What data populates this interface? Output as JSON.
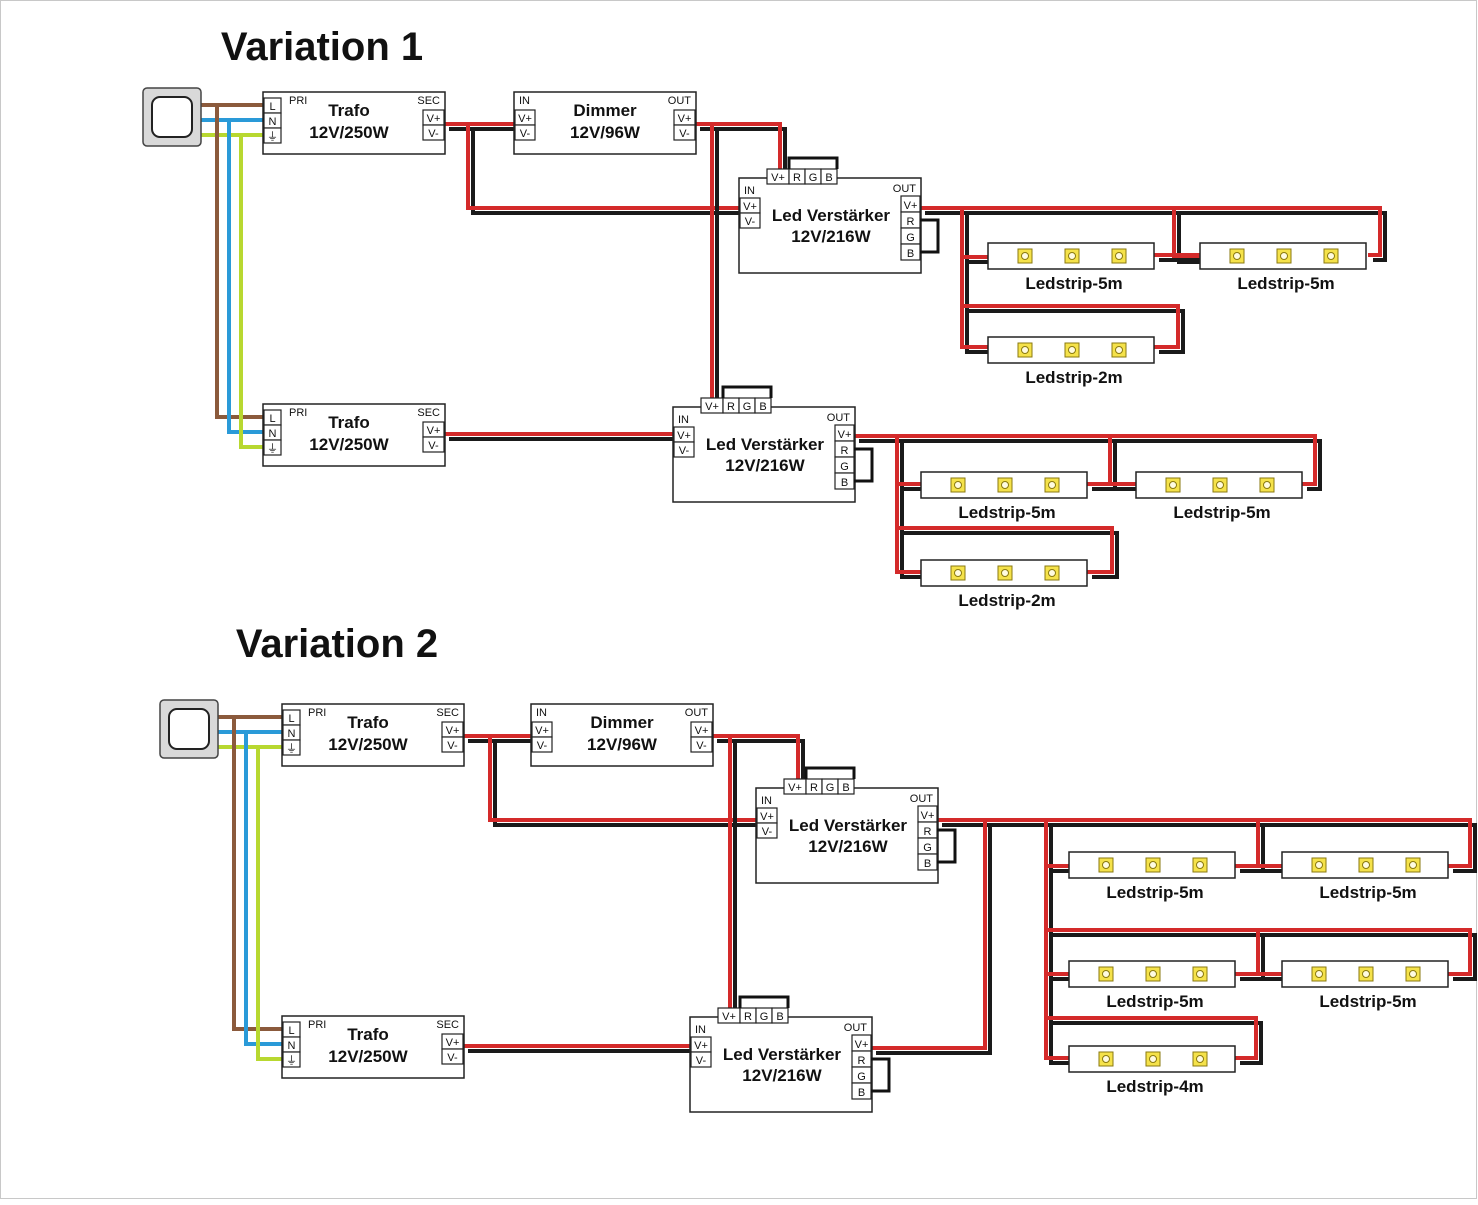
{
  "colors": {
    "positive_wire": "#d42a2a",
    "negative_wire": "#1a1a1a",
    "live_wire": "#8b5a3c",
    "neutral_wire": "#2a9ad8",
    "earth_wire": "#b8d830",
    "led_chip": "#f5e24a"
  },
  "variations": [
    {
      "title": "Variation 1",
      "trafo_top": {
        "name": "Trafo",
        "rating": "12V/250W",
        "pri": "PRI",
        "sec": "SEC",
        "in_terms": [
          "L",
          "N",
          "⏚"
        ],
        "out_terms": [
          "V+",
          "V-"
        ]
      },
      "trafo_bottom": {
        "name": "Trafo",
        "rating": "12V/250W",
        "pri": "PRI",
        "sec": "SEC",
        "in_terms": [
          "L",
          "N",
          "⏚"
        ],
        "out_terms": [
          "V+",
          "V-"
        ]
      },
      "dimmer": {
        "name": "Dimmer",
        "rating": "12V/96W",
        "in": "IN",
        "out": "OUT",
        "in_terms": [
          "V+",
          "V-"
        ],
        "out_terms": [
          "V+",
          "V-"
        ]
      },
      "amp_top": {
        "name": "Led Verstärker",
        "rating": "12V/216W",
        "in": "IN",
        "out": "OUT",
        "top_terms": [
          "V+",
          "R",
          "G",
          "B"
        ],
        "in_terms": [
          "V+",
          "V-"
        ],
        "out_terms": [
          "V+",
          "R",
          "G",
          "B"
        ]
      },
      "amp_bottom": {
        "name": "Led Verstärker",
        "rating": "12V/216W",
        "in": "IN",
        "out": "OUT",
        "top_terms": [
          "V+",
          "R",
          "G",
          "B"
        ],
        "in_terms": [
          "V+",
          "V-"
        ],
        "out_terms": [
          "V+",
          "R",
          "G",
          "B"
        ]
      },
      "strips": [
        "Ledstrip-5m",
        "Ledstrip-5m",
        "Ledstrip-2m",
        "Ledstrip-5m",
        "Ledstrip-5m",
        "Ledstrip-2m"
      ]
    },
    {
      "title": "Variation 2",
      "trafo_top": {
        "name": "Trafo",
        "rating": "12V/250W",
        "pri": "PRI",
        "sec": "SEC",
        "in_terms": [
          "L",
          "N",
          "⏚"
        ],
        "out_terms": [
          "V+",
          "V-"
        ]
      },
      "trafo_bottom": {
        "name": "Trafo",
        "rating": "12V/250W",
        "pri": "PRI",
        "sec": "SEC",
        "in_terms": [
          "L",
          "N",
          "⏚"
        ],
        "out_terms": [
          "V+",
          "V-"
        ]
      },
      "dimmer": {
        "name": "Dimmer",
        "rating": "12V/96W",
        "in": "IN",
        "out": "OUT",
        "in_terms": [
          "V+",
          "V-"
        ],
        "out_terms": [
          "V+",
          "V-"
        ]
      },
      "amp_top": {
        "name": "Led Verstärker",
        "rating": "12V/216W",
        "in": "IN",
        "out": "OUT",
        "top_terms": [
          "V+",
          "R",
          "G",
          "B"
        ],
        "in_terms": [
          "V+",
          "V-"
        ],
        "out_terms": [
          "V+",
          "R",
          "G",
          "B"
        ]
      },
      "amp_bottom": {
        "name": "Led Verstärker",
        "rating": "12V/216W",
        "in": "IN",
        "out": "OUT",
        "top_terms": [
          "V+",
          "R",
          "G",
          "B"
        ],
        "in_terms": [
          "V+",
          "V-"
        ],
        "out_terms": [
          "V+",
          "R",
          "G",
          "B"
        ]
      },
      "strips": [
        "Ledstrip-5m",
        "Ledstrip-5m",
        "Ledstrip-5m",
        "Ledstrip-5m",
        "Ledstrip-4m"
      ]
    }
  ]
}
